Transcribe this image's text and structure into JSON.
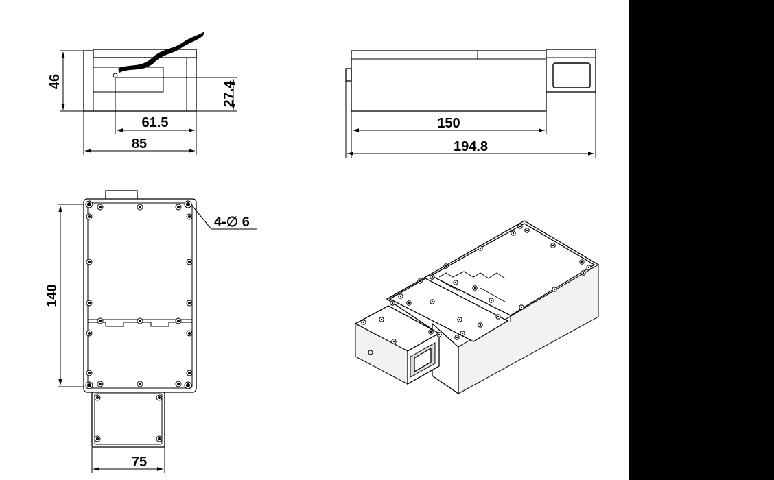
{
  "dimensions": {
    "front_height": "46",
    "front_hole_height": "27.4",
    "front_hole_offset": "61.5",
    "front_width": "85",
    "side_body_length": "150",
    "side_total_length": "194.8",
    "top_length": "140",
    "top_holes": "4-∅ 6",
    "bottom_flange_width": "75"
  },
  "colors": {
    "line": "#000000",
    "background": "#ffffff",
    "side_bar": "#000000"
  }
}
